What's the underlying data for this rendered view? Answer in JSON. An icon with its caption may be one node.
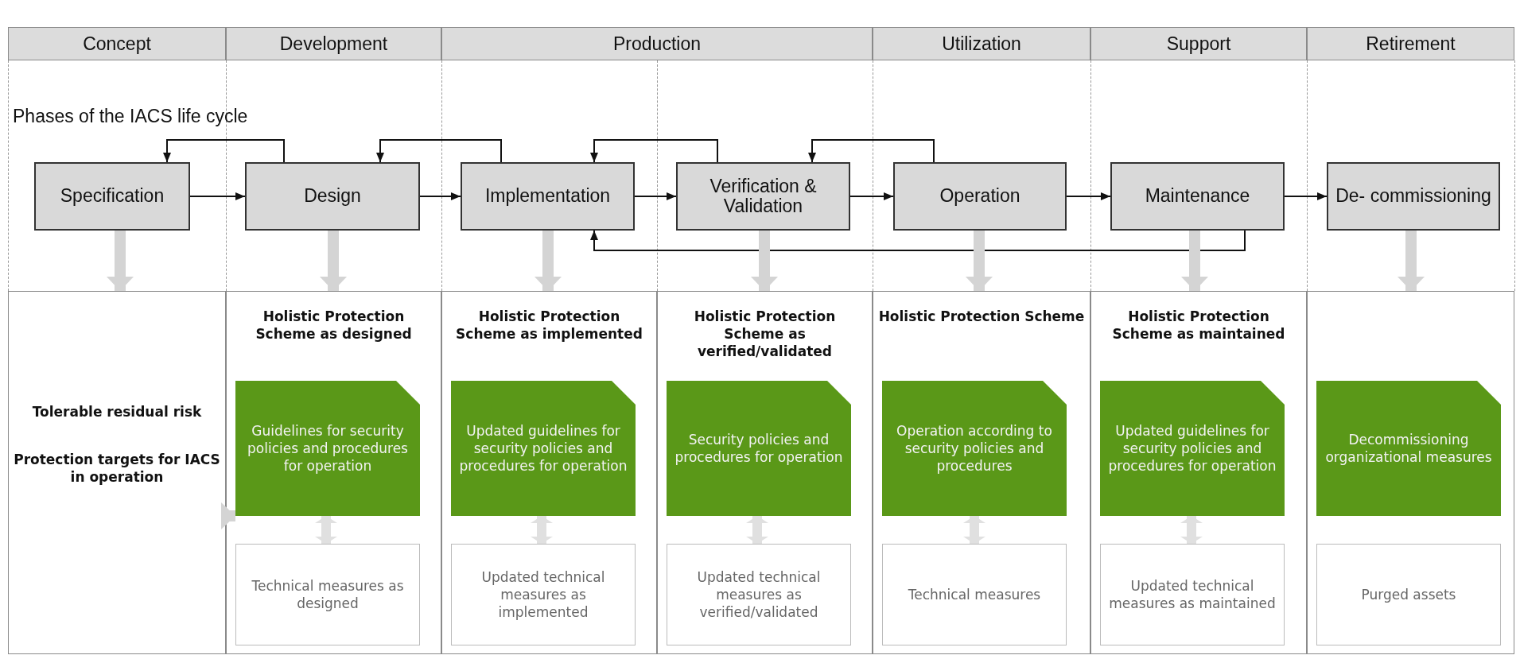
{
  "diagram": {
    "nodes": [
      {
        "text": [
          "Concept"
        ]
      },
      {
        "text": [
          "Development"
        ]
      },
      {
        "text": [
          "Production"
        ]
      },
      {
        "text": [
          "Utilization"
        ]
      },
      {
        "text": [
          "Support"
        ]
      },
      {
        "text": [
          "Retirement"
        ]
      },
      {
        "text": [
          "Specification"
        ]
      },
      {
        "text": [
          "Design"
        ]
      },
      {
        "text": [
          "Implementation"
        ]
      },
      {
        "text": [
          "Verification & Validation"
        ]
      },
      {
        "text": [
          "Operation"
        ]
      },
      {
        "text": [
          "Maintenance"
        ]
      },
      {
        "text": [
          "De- commissioning"
        ]
      },
      {
        "text": [
          "Tolerable residual risk",
          "Protection targets for IACS in operation"
        ]
      },
      {
        "text": [
          "Holistic Protection Scheme as designed"
        ]
      },
      {
        "text": [
          "Guidelines for security policies and procedures for operation"
        ],
        "in": 14
      },
      {
        "text": [
          "Technical measures as designed"
        ],
        "in": 14
      },
      {
        "text": [
          "Holistic Protection Scheme as implemented"
        ]
      },
      {
        "text": [
          "Updated guidelines for security policies and procedures for operation"
        ],
        "in": 17
      },
      {
        "text": [
          "Updated technical measures as implemented"
        ],
        "in": 17
      },
      {
        "text": [
          "Holistic Protection Scheme as verified/validated"
        ]
      },
      {
        "text": [
          "Security policies and procedures for operation"
        ],
        "in": 20
      },
      {
        "text": [
          "Updated technical measures as verified/validated"
        ],
        "in": 20
      },
      {
        "text": [
          "Holistic Protection Scheme"
        ]
      },
      {
        "text": [
          "Operation according to security policies and procedures"
        ],
        "in": 23
      },
      {
        "text": [
          "Technical measures"
        ],
        "in": 23
      },
      {
        "text": [
          "Holistic Protection Scheme as maintained"
        ]
      },
      {
        "text": [
          "Updated guidelines for security policies and procedures for operation"
        ],
        "in": 26
      },
      {
        "text": [
          "Updated technical measures as maintained"
        ],
        "in": 26
      },
      {
        "text": [],
        "shape": "box"
      },
      {
        "text": [
          "Decommissioning organizational measures"
        ],
        "in": 29
      },
      {
        "text": [
          "Purged assets"
        ],
        "in": 29
      }
    ],
    "edges": [
      {
        "from": 6,
        "to": 7,
        "arrow": "to"
      },
      {
        "from": 7,
        "to": 8,
        "arrow": "to"
      },
      {
        "from": 8,
        "to": 9,
        "arrow": "to"
      },
      {
        "from": 9,
        "to": 10,
        "arrow": "to"
      },
      {
        "from": 10,
        "to": 11,
        "arrow": "to"
      },
      {
        "from": 11,
        "to": 12,
        "arrow": "to"
      },
      {
        "from": 7,
        "to": 6,
        "arrow": "to"
      },
      {
        "from": 8,
        "to": 7,
        "arrow": "to"
      },
      {
        "from": 9,
        "to": 8,
        "arrow": "to"
      },
      {
        "from": 10,
        "to": 9,
        "arrow": "to"
      },
      {
        "from": 11,
        "to": 8,
        "arrow": "to"
      },
      {
        "from": 6,
        "to": 13,
        "arrow": "to",
        "color": "#d4d4d4"
      },
      {
        "from": 7,
        "to": 14,
        "arrow": "to",
        "color": "#d4d4d4"
      },
      {
        "from": 8,
        "to": 17,
        "arrow": "to",
        "color": "#d4d4d4"
      },
      {
        "from": 9,
        "to": 20,
        "arrow": "to",
        "color": "#d4d4d4"
      },
      {
        "from": 10,
        "to": 23,
        "arrow": "to",
        "color": "#d4d4d4"
      },
      {
        "from": 11,
        "to": 26,
        "arrow": "to",
        "color": "#d4d4d4"
      },
      {
        "from": 12,
        "to": 29,
        "arrow": "to",
        "color": "#d4d4d4"
      },
      {
        "from": 13,
        "to": 15,
        "arrow": "to",
        "color": "#d4d4d4"
      },
      {
        "from": 15,
        "to": 16,
        "arrow": "both",
        "color": "#e0e0e0"
      },
      {
        "from": 18,
        "to": 19,
        "arrow": "both",
        "color": "#e0e0e0"
      },
      {
        "from": 21,
        "to": 22,
        "arrow": "both",
        "color": "#e0e0e0"
      },
      {
        "from": 24,
        "to": 25,
        "arrow": "both",
        "color": "#e0e0e0"
      },
      {
        "from": 27,
        "to": 28,
        "arrow": "both",
        "color": "#e0e0e0"
      }
    ],
    "labels": [
      "Phases of the IACS life cycle"
    ]
  }
}
